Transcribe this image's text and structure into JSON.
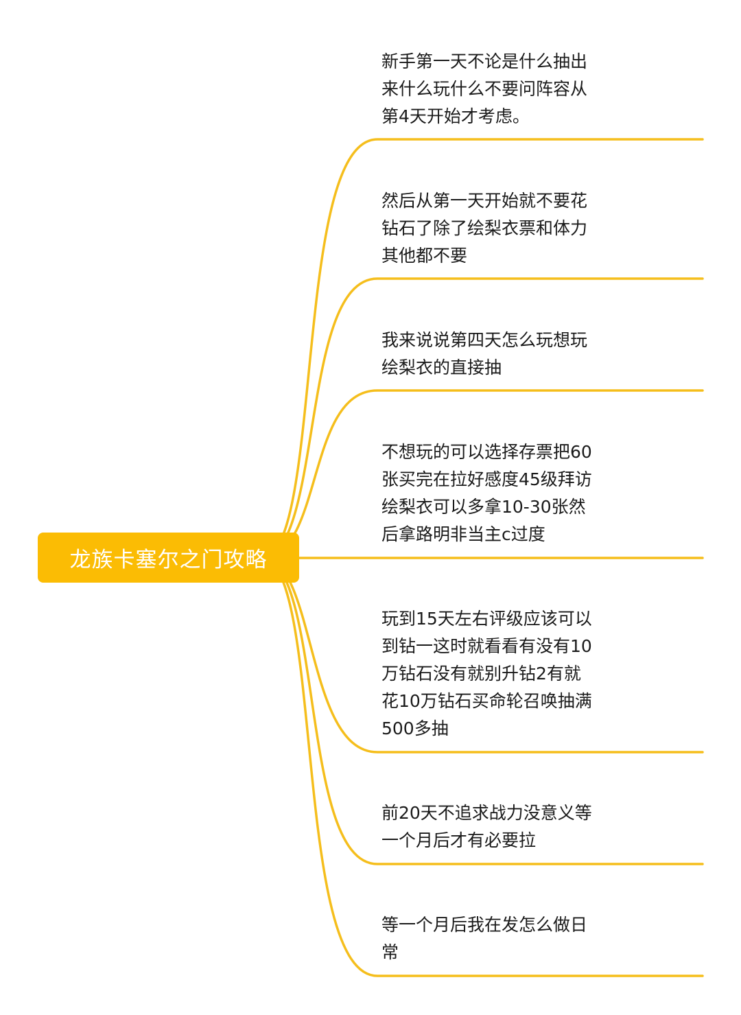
{
  "colors": {
    "accent": "#FBBC04",
    "line": "#F5BE1C",
    "text": "#1a1a1a",
    "root_text": "#ffffff"
  },
  "root": {
    "label": "龙族卡塞尔之门攻略"
  },
  "branches": [
    {
      "text": "新手第一天不论是什么抽出\n来什么玩什么不要问阵容从\n第4天开始才考虑。"
    },
    {
      "text": "然后从第一天开始就不要花\n钻石了除了绘梨衣票和体力\n其他都不要"
    },
    {
      "text": "我来说说第四天怎么玩想玩\n绘梨衣的直接抽"
    },
    {
      "text": "不想玩的可以选择存票把60\n张买完在拉好感度45级拜访\n绘梨衣可以多拿10-30张然\n后拿路明非当主c过度"
    },
    {
      "text": "玩到15天左右评级应该可以\n到钻一这时就看看有没有10\n万钻石没有就别升钻2有就\n花10万钻石买命轮召唤抽满\n500多抽"
    },
    {
      "text": "前20天不追求战力没意义等\n一个月后才有必要拉"
    },
    {
      "text": "等一个月后我在发怎么做日\n常"
    }
  ]
}
